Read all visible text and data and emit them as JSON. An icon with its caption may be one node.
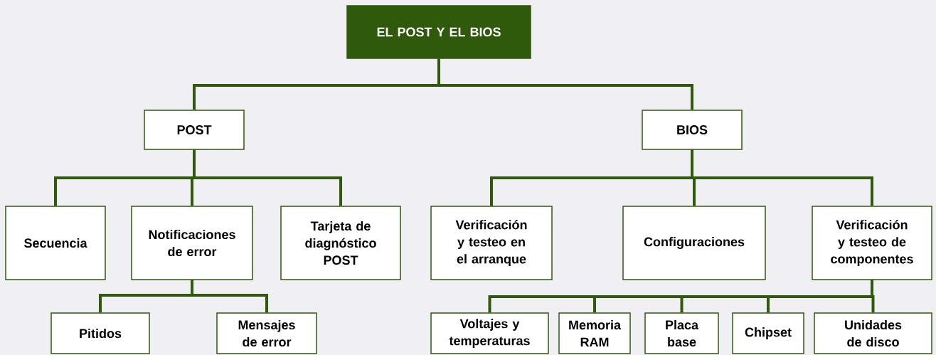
{
  "diagram": {
    "nodes": [
      {
        "text": [
          "EL POST Y EL BIOS"
        ]
      },
      {
        "text": [
          "POST"
        ]
      },
      {
        "text": [
          "BIOS"
        ]
      },
      {
        "text": [
          "Secuencia"
        ]
      },
      {
        "text": [
          "Notificaciones de error"
        ]
      },
      {
        "text": [
          "Tarjeta de diagnóstico POST"
        ]
      },
      {
        "text": [
          "Verificación y testeo en el arranque"
        ]
      },
      {
        "text": [
          "Configuraciones"
        ]
      },
      {
        "text": [
          "Verificación y testeo de componentes"
        ]
      },
      {
        "text": [
          "Pitidos"
        ]
      },
      {
        "text": [
          "Mensajes de error"
        ]
      },
      {
        "text": [
          "Voltajes y temperaturas"
        ]
      },
      {
        "text": [
          "Memoria RAM"
        ]
      },
      {
        "text": [
          "Placa base"
        ]
      },
      {
        "text": [
          "Chipset"
        ]
      },
      {
        "text": [
          "Unidades de disco"
        ]
      }
    ],
    "edges": [
      {
        "from": 0,
        "to": 1,
        "arrow": "none"
      },
      {
        "from": 0,
        "to": 2,
        "arrow": "none"
      },
      {
        "from": 1,
        "to": 3,
        "arrow": "none"
      },
      {
        "from": 1,
        "to": 4,
        "arrow": "none"
      },
      {
        "from": 1,
        "to": 5,
        "arrow": "none"
      },
      {
        "from": 2,
        "to": 6,
        "arrow": "none"
      },
      {
        "from": 2,
        "to": 7,
        "arrow": "none"
      },
      {
        "from": 2,
        "to": 8,
        "arrow": "none"
      },
      {
        "from": 4,
        "to": 9,
        "arrow": "none"
      },
      {
        "from": 4,
        "to": 10,
        "arrow": "none"
      },
      {
        "from": 8,
        "to": 11,
        "arrow": "none"
      },
      {
        "from": 8,
        "to": 12,
        "arrow": "none"
      },
      {
        "from": 8,
        "to": 13,
        "arrow": "none"
      },
      {
        "from": 8,
        "to": 14,
        "arrow": "none"
      },
      {
        "from": 8,
        "to": 15,
        "arrow": "none"
      }
    ]
  }
}
